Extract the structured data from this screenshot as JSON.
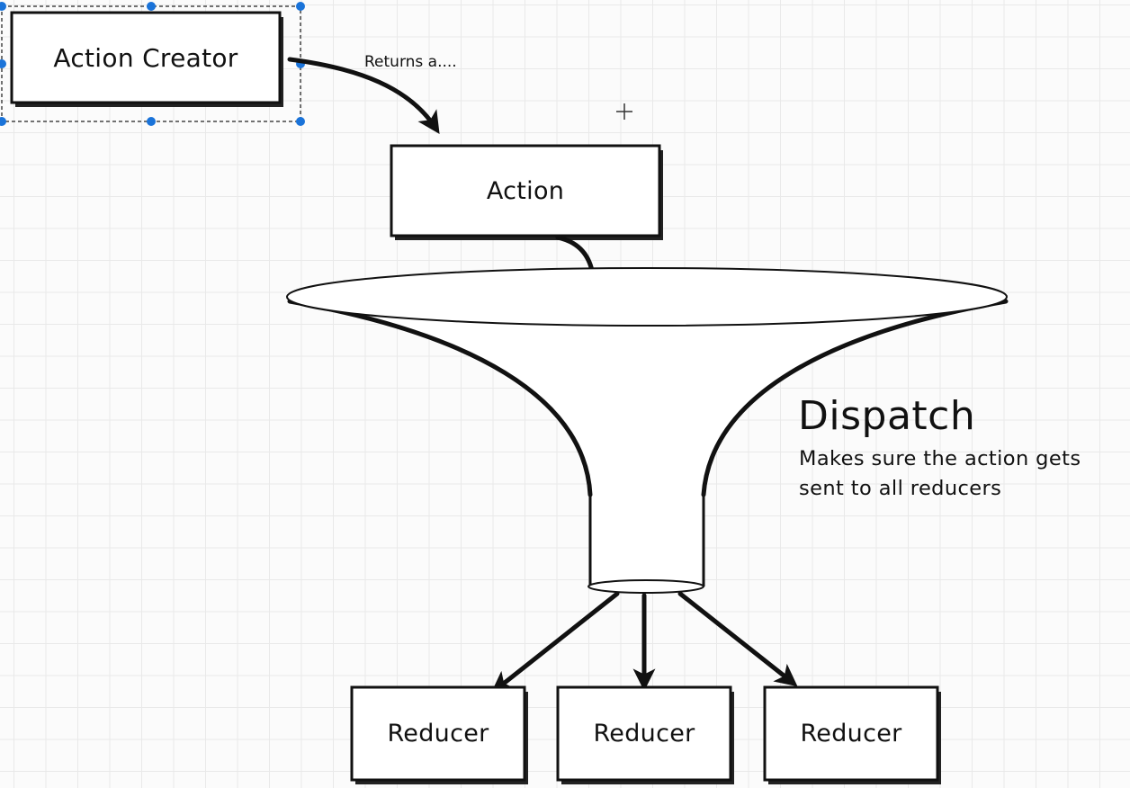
{
  "diagram": {
    "action_creator": {
      "label": "Action Creator"
    },
    "returns_label": "Returns a....",
    "action": {
      "label": "Action"
    },
    "dispatch": {
      "title": "Dispatch",
      "description_line1": "Makes sure the action gets",
      "description_line2": "sent to all reducers"
    },
    "reducers": [
      {
        "label": "Reducer"
      },
      {
        "label": "Reducer"
      },
      {
        "label": "Reducer"
      }
    ]
  },
  "colors": {
    "ink": "#111111",
    "selection_handle": "#1a73d9",
    "grid": "#e9e9e9",
    "background": "#fbfbfb"
  }
}
